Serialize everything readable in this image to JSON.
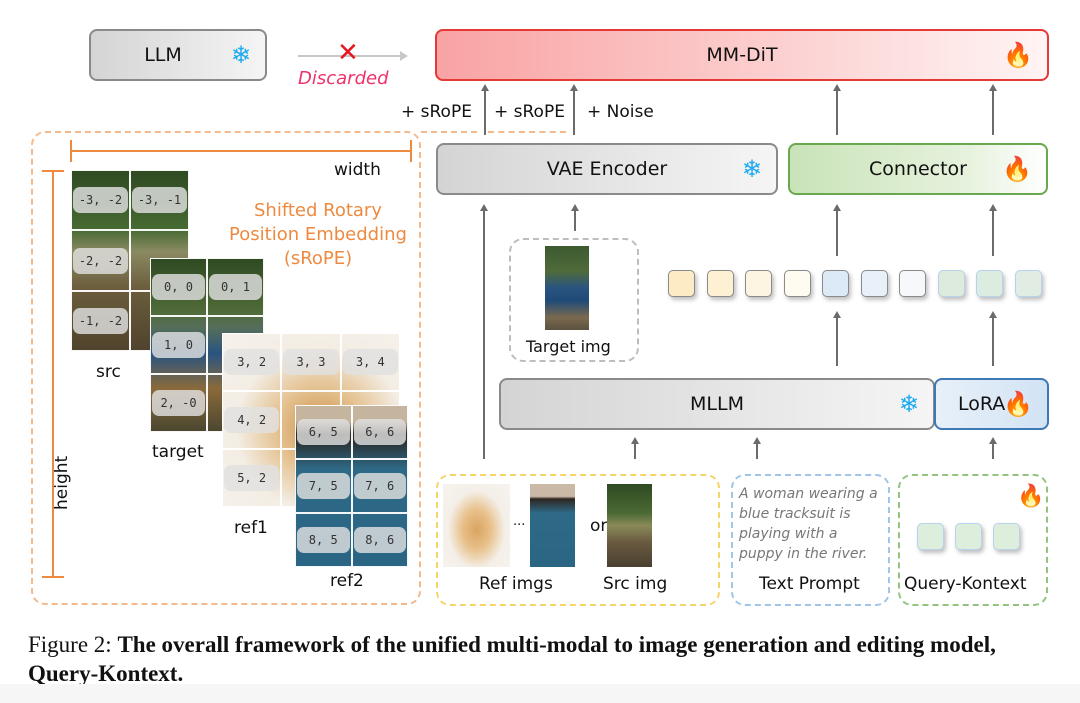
{
  "figure": {
    "top_row": {
      "llm_label": "LLM",
      "discarded_label": "Discarded",
      "discarded_icon": "x-mark",
      "mmdit_label": "MM-DiT"
    },
    "annotations": {
      "srope_1": "+ sRoPE",
      "srope_2": "+ sRoPE",
      "noise": "+ Noise"
    },
    "modules": {
      "vae_encoder": "VAE Encoder",
      "connector": "Connector",
      "mllm": "MLLM",
      "lora": "LoRA"
    },
    "state_icons": {
      "frozen": "snowflake",
      "trainable": "fire"
    },
    "target_img_label": "Target img",
    "tokens": {
      "colors": [
        "#fdebc6",
        "#fdf0d3",
        "#fdf4e2",
        "#fefbf1",
        "#dce9f6",
        "#e8f0fa",
        "#f6f8fc",
        "#dcebdc",
        "#ddece0",
        "#e1ede2"
      ]
    },
    "inputs": {
      "ref_imgs_label": "Ref imgs",
      "ellipsis": "...",
      "or_label": "or",
      "src_img_label": "Src img",
      "text_prompt_text": "A woman wearing a blue tracksuit is playing with a puppy in the river.",
      "text_prompt_label": "Text Prompt",
      "query_kontext_label": "Query-Kontext",
      "query_token_count": 3
    },
    "srope_panel": {
      "title_line1": "Shifted Rotary",
      "title_line2": "Position Embedding",
      "title_line3": "(sRoPE)",
      "width_label": "width",
      "height_label": "height",
      "images": [
        {
          "name": "src",
          "coords": [
            "-3, -2",
            "-3, -1",
            "-2, -2",
            "",
            "-1, -2",
            ""
          ]
        },
        {
          "name": "target",
          "coords": [
            "0, 0",
            "0, 1",
            "1, 0",
            "",
            "2, -0",
            ""
          ]
        },
        {
          "name": "ref1",
          "coords": [
            "3, 2",
            "3, 3",
            "3, 4",
            "4, 2",
            "",
            "",
            "5, 2",
            "",
            ""
          ]
        },
        {
          "name": "ref2",
          "coords": [
            "6, 5",
            "6, 6",
            "7, 5",
            "7, 6",
            "8, 5",
            "8, 6"
          ]
        }
      ]
    }
  },
  "caption": {
    "prefix": "Figure 2:",
    "text": "The overall framework of the unified multi-modal to image generation and editing model, Query-Kontext."
  }
}
